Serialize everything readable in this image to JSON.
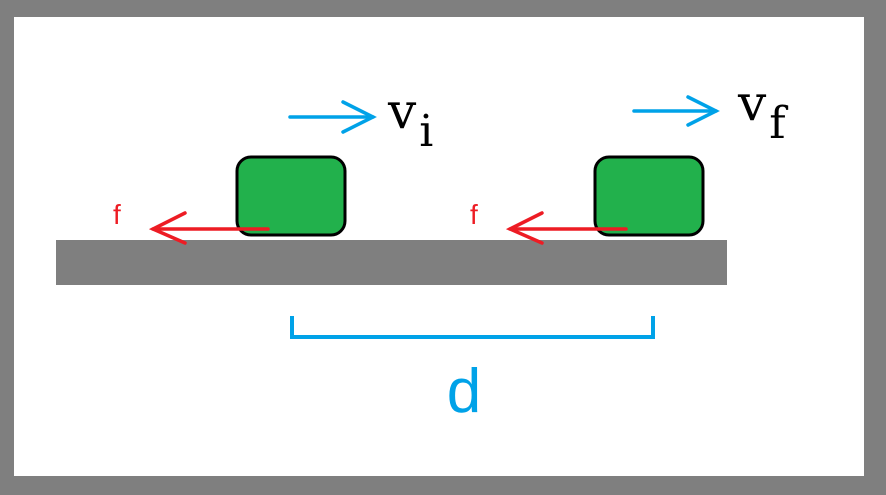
{
  "labels": {
    "initial_velocity": {
      "symbol": "v",
      "subscript": "i"
    },
    "final_velocity": {
      "symbol": "v",
      "subscript": "f"
    },
    "friction_left": "f",
    "friction_right": "f",
    "distance": "d"
  },
  "colors": {
    "frame": "#7f7f7f",
    "background": "#ffffff",
    "ground": "#7f7f7f",
    "block": "#22b14c",
    "velocity": "#00a2e8",
    "friction": "#ed1c24",
    "outline": "#000000"
  }
}
